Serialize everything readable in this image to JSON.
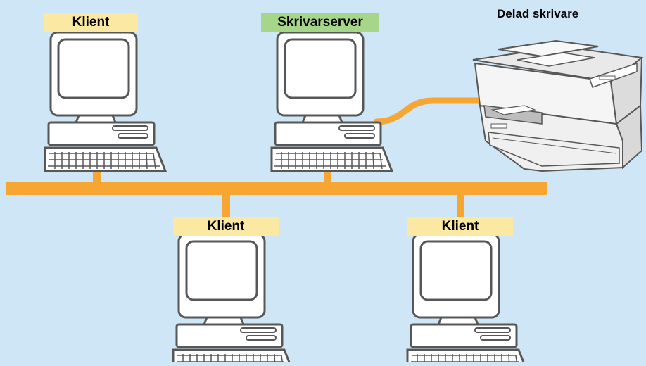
{
  "labels": {
    "client_top": "Klient",
    "print_server": "Skrivarserver",
    "shared_printer": "Delad skrivare",
    "client_bottom_left": "Klient",
    "client_bottom_right": "Klient"
  },
  "colors": {
    "background": "#cfe6f7",
    "network_line": "#f7a633",
    "client_label_bg": "#fbe8a3",
    "server_label_bg": "#a5d68a",
    "device_fill": "#ffffff",
    "device_outline": "#575757"
  },
  "icons": {
    "computer": "desktop-computer-icon",
    "printer": "multifunction-printer-icon"
  }
}
